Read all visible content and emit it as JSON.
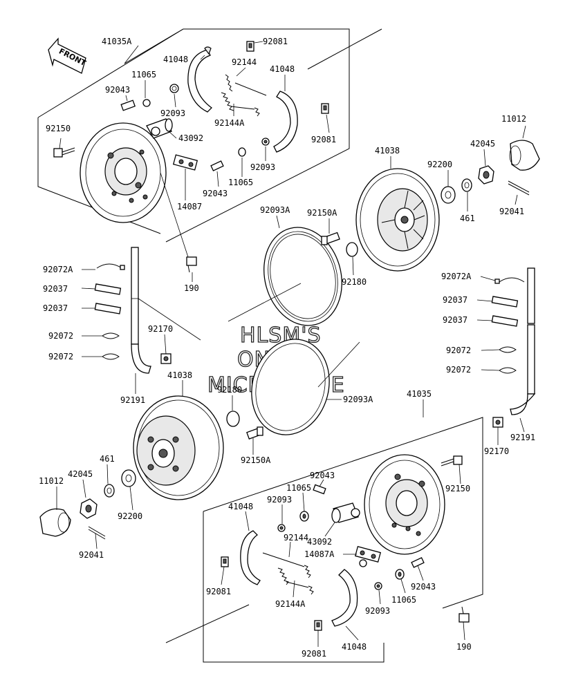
{
  "front_badge": "FRONT",
  "watermark": [
    "HLSM'S",
    "ONLINE",
    "MICROFICHE"
  ],
  "labels": {
    "l01": "41035A",
    "l02": "92081",
    "l03": "41048",
    "l04": "92144",
    "l05": "41048",
    "l06": "11065",
    "l07": "92043",
    "l08": "92093",
    "l09": "92144A",
    "l10": "43092",
    "l11": "92081",
    "l12": "92150",
    "l13": "92093",
    "l14": "92043",
    "l15": "11065",
    "l16": "14087",
    "l17": "11012",
    "l18": "42045",
    "l19": "92200",
    "l20": "41038",
    "l21": "461",
    "l22": "92041",
    "l23": "92093A",
    "l24": "92150A",
    "l25": "92180",
    "l26": "190",
    "l27": "92072A",
    "l28": "92037",
    "l29": "92037",
    "l30": "92072",
    "l31": "92072",
    "l32": "92170",
    "l33": "92191",
    "l34": "92072A",
    "l35": "92037",
    "l36": "92037",
    "l37": "92072",
    "l38": "92072",
    "l39": "41038",
    "l40": "92180",
    "l41": "92093A",
    "l42": "41035",
    "l43": "92191",
    "l44": "92170",
    "l45": "92150A",
    "l46": "461",
    "l47": "42045",
    "l48": "11012",
    "l49": "92200",
    "l50": "92041",
    "l51": "92043",
    "l52": "11065",
    "l53": "92150",
    "l54": "41048",
    "l55": "92093",
    "l56": "43092",
    "l57": "92144",
    "l58": "14087A",
    "l59": "92043",
    "l60": "92081",
    "l61": "92144A",
    "l62": "92093",
    "l63": "11065",
    "l64": "190",
    "l65": "92081",
    "l66": "41048"
  }
}
